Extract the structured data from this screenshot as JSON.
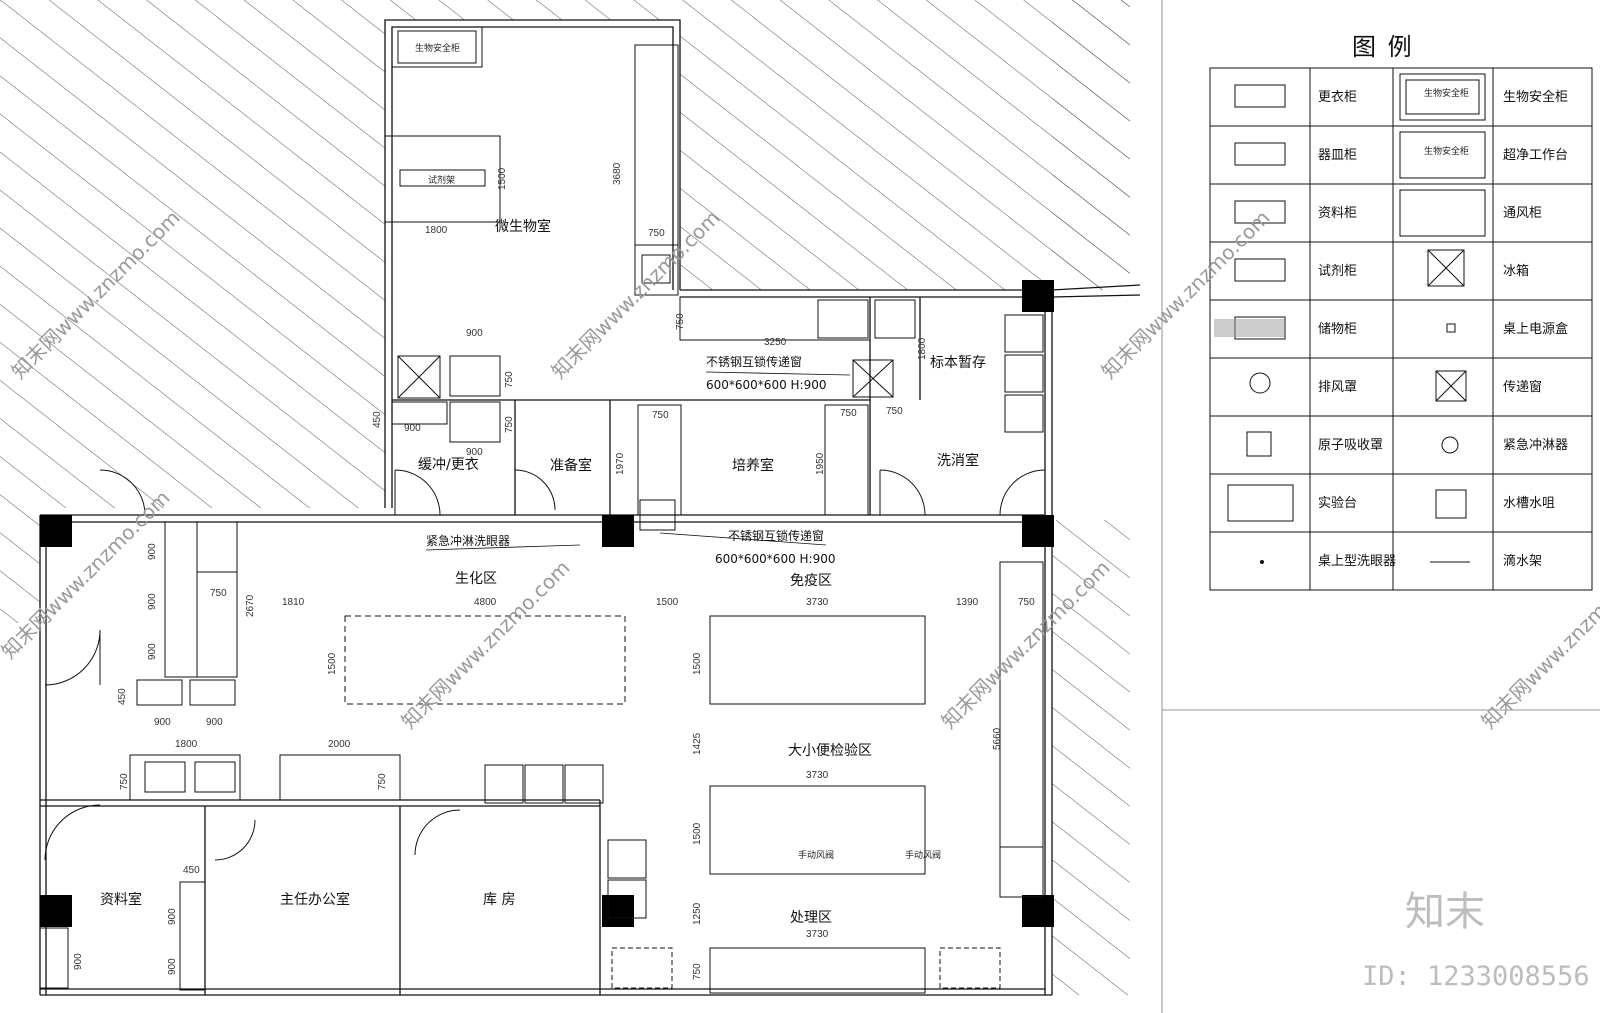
{
  "rooms": {
    "microbiology": "微生物室",
    "buffer": "缓冲/更衣",
    "prep": "准备室",
    "culture": "培养室",
    "sample_store": "标本暂存",
    "disinfect": "洗消室",
    "biochem": "生化区",
    "immuno": "免疫区",
    "stool_urine": "大小便检验区",
    "processing": "处理区",
    "archive": "资料室",
    "director": "主任办公室",
    "storeroom": "库 房"
  },
  "notes": {
    "pass_window_1": "不锈钢互锁传递窗",
    "pass_window_1_spec": "600*600*600  H:900",
    "pass_window_2": "不锈钢互锁传递窗",
    "pass_window_2_spec": "600*600*600  H:900",
    "eyewash": "紧急冲淋洗眼器",
    "manual_valve_1": "手动风阀",
    "manual_valve_2": "手动风阀",
    "reagent_label": "试剂架",
    "bsc_label": "生物安全柜"
  },
  "dims": {
    "d1800_top": "1800",
    "d1500_v": "1500",
    "d3680": "3680",
    "d750_a": "750",
    "d900_a": "900",
    "d750_b": "750",
    "d750_c": "750",
    "d450_a": "450",
    "d900_b": "900",
    "d900_c": "900",
    "d3250": "3250",
    "d750_d": "750",
    "d1800_v": "1800",
    "d1970": "1970",
    "d750_e": "750",
    "d1950": "1950",
    "d750_f": "750",
    "d750_g": "750",
    "d900_l1": "900",
    "d900_l2": "900",
    "d900_l3": "900",
    "d750_h": "750",
    "d2670": "2670",
    "d1810": "1810",
    "d4800": "4800",
    "d1500_h": "1500",
    "d3730_a": "3730",
    "d1390": "1390",
    "d750_i": "750",
    "d1500_v2": "1500",
    "d1500_v3": "1500",
    "d450_b": "450",
    "d900_d": "900",
    "d900_e": "900",
    "d1800_b": "1800",
    "d2000": "2000",
    "d750_j": "750",
    "d750_k": "750",
    "d1425": "1425",
    "d3730_b": "3730",
    "d1500_v4": "1500",
    "d5660": "5660",
    "d1250": "1250",
    "d3730_c": "3730",
    "d750_l": "750",
    "d450_c": "450",
    "d900_f": "900",
    "d900_g": "900",
    "d900_h": "900"
  },
  "legend": {
    "title": "图    例",
    "items": [
      "更衣柜",
      "生物安全柜",
      "器皿柜",
      "超净工作台",
      "资料柜",
      "通风柜",
      "试剂柜",
      "冰箱",
      "储物柜",
      "桌上电源盒",
      "排风罩",
      "传递窗",
      "原子吸收罩",
      "紧急冲淋器",
      "实验台",
      "水槽水咀",
      "桌上型洗眼器",
      "滴水架"
    ],
    "mini_bsc": "生物安全柜",
    "mini_clean": "生物安全柜"
  },
  "watermark": {
    "text": "知末网www.znzmo.com",
    "logo": "知末",
    "id": "ID: 1233008556"
  },
  "colors": {
    "line": "#111111",
    "hatch": "#555555",
    "wall": "#000000"
  }
}
